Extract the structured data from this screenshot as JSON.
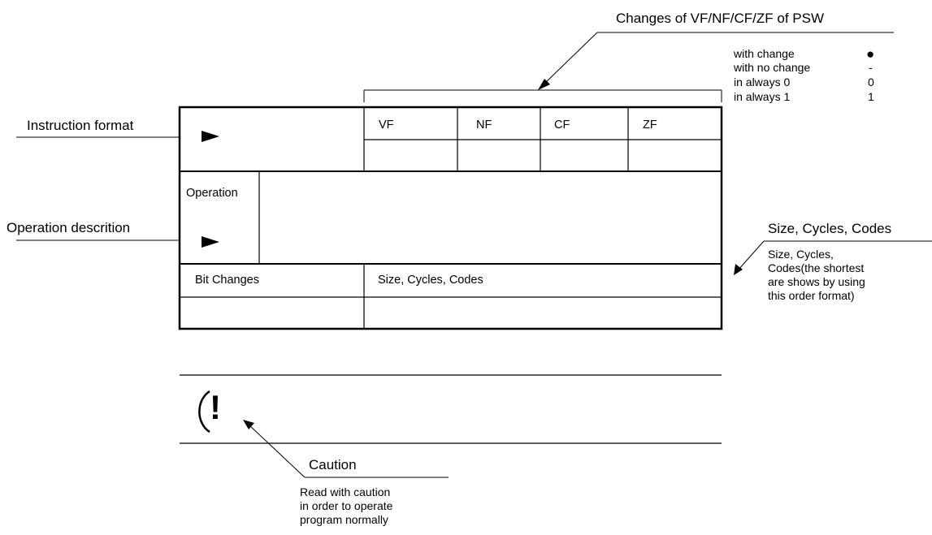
{
  "psw": {
    "title": "Changes of VF/NF/CF/ZF of PSW",
    "legend": [
      {
        "label": "with change",
        "symbol": "●"
      },
      {
        "label": "with no change",
        "symbol": "-"
      },
      {
        "label": "in always 0",
        "symbol": "0"
      },
      {
        "label": "in always 1",
        "symbol": "1"
      }
    ]
  },
  "labels": {
    "instruction_format": "Instruction format",
    "operation_description": "Operation descrition",
    "caution": "Caution"
  },
  "table": {
    "flags": [
      "VF",
      "NF",
      "CF",
      "ZF"
    ],
    "operation_label": "Operation",
    "bit_changes_label": "Bit Changes",
    "size_cycles_codes_label": "Size, Cycles, Codes"
  },
  "size_note": {
    "title": "Size, Cycles, Codes",
    "lines": [
      "Size, Cycles,",
      "Codes(the shortest",
      "are shows by using",
      "this order format)"
    ]
  },
  "caution_note": {
    "icon_glyph": "!",
    "lines": [
      "Read with caution",
      "in order to operate",
      "program normally"
    ]
  }
}
